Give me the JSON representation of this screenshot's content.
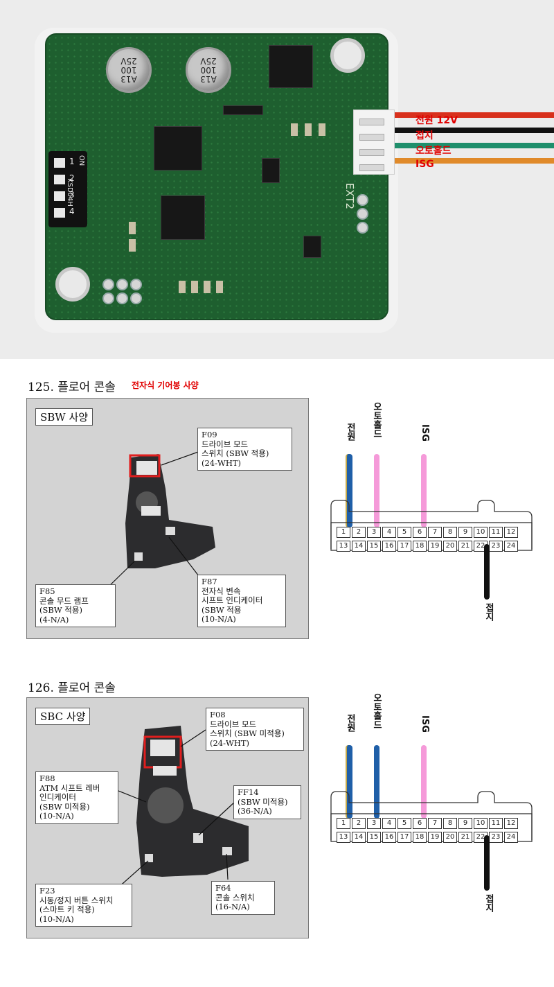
{
  "pcb": {
    "capacitor_label": [
      "A13",
      "100",
      "25V"
    ],
    "dip_switch_label": "ON",
    "dip_switch_model": "KSD04H",
    "dip_numbers": [
      "1",
      "2",
      "3",
      "4"
    ],
    "ext_label": "EXT2",
    "wires": [
      {
        "label": "전원 12V",
        "color": "#d8301c"
      },
      {
        "label": "접지",
        "color": "#111111"
      },
      {
        "label": "오토홀드",
        "color": "#1f8f6c"
      },
      {
        "label": "ISG",
        "color": "#e08a2a"
      }
    ]
  },
  "section125": {
    "title": "125. 플로어 콘솔",
    "note": "전자식 기어봉 사양",
    "variant": "SBW 사양",
    "callouts": {
      "f09": "F09\n드라이브 모드\n스위치 (SBW 적용)\n(24-WHT)",
      "f85": "F85\n콘솔 무드 램프\n(SBW 적용)\n(4-N/A)",
      "f87": "F87\n전자식 변속\n시프트 인디케이터\n(SBW 적용\n(10-N/A)"
    },
    "connector": {
      "labels": {
        "power": "전원",
        "autohold": "오토홀드",
        "isg": "ISG",
        "ground": "접지"
      },
      "top_pins": [
        "1",
        "2",
        "3",
        "4",
        "5",
        "6",
        "7",
        "8",
        "9",
        "10",
        "11",
        "12"
      ],
      "bottom_pins": [
        "13",
        "14",
        "15",
        "16",
        "17",
        "18",
        "19",
        "20",
        "21",
        "22",
        "23",
        "24"
      ],
      "colors": {
        "power": "#1f5fa8",
        "autohold": "#f59ad9",
        "isg": "#f59ad9",
        "ground": "#111111"
      }
    }
  },
  "section126": {
    "title": "126. 플로어 콘솔",
    "variant": "SBC 사양",
    "callouts": {
      "f08": "F08\n드라이브 모드\n스위치 (SBW 미적용)\n(24-WHT)",
      "f88": "F88\nATM 시프트 레버\n인디케이터\n(SBW 미적용)\n(10-N/A)",
      "ff14": "FF14\n(SBW 미적용)\n(36-N/A)",
      "f23": "F23\n시동/정지 버튼 스위치\n(스마트 키 적용)\n(10-N/A)",
      "f64": "F64\n콘솔 스위치\n(16-N/A)"
    },
    "connector": {
      "labels": {
        "power": "전원",
        "autohold": "오토홀드",
        "isg": "ISG",
        "ground": "접지"
      },
      "top_pins": [
        "1",
        "2",
        "3",
        "4",
        "5",
        "6",
        "7",
        "8",
        "9",
        "10",
        "11",
        "12"
      ],
      "bottom_pins": [
        "13",
        "14",
        "15",
        "16",
        "17",
        "18",
        "19",
        "20",
        "21",
        "22",
        "23",
        "24"
      ],
      "colors": {
        "power": "#1f5fa8",
        "autohold": "#1f5fa8",
        "isg": "#f59ad9",
        "ground": "#111111"
      }
    }
  }
}
